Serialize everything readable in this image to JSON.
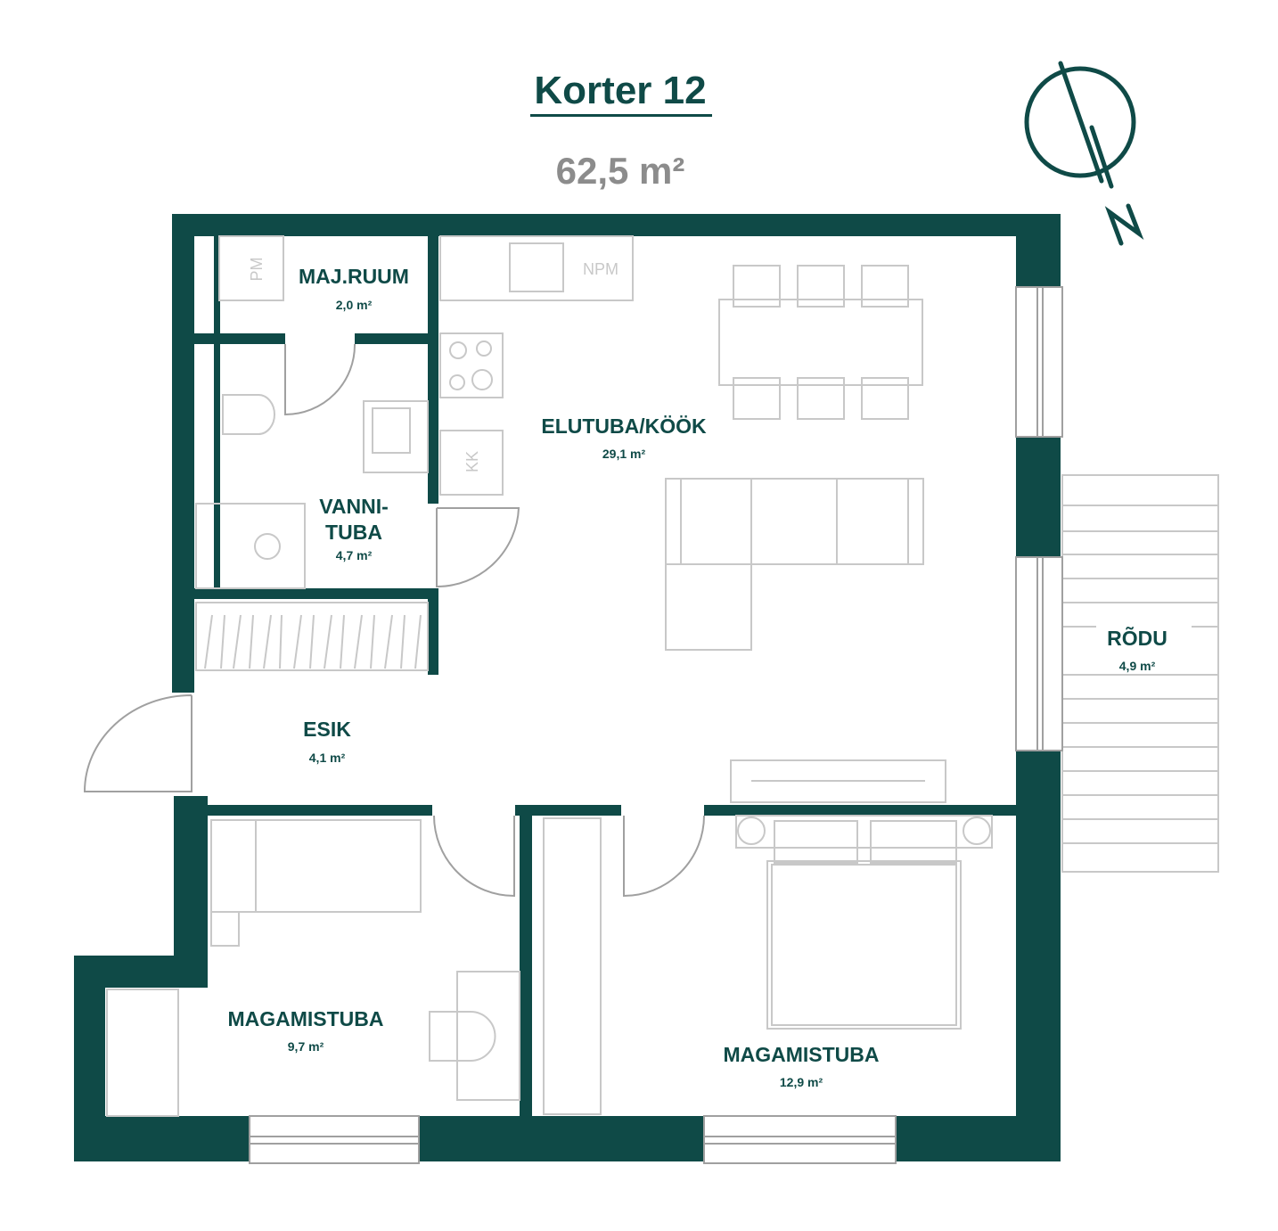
{
  "header": {
    "title": "Korter 12",
    "total_area": "62,5 m²"
  },
  "compass": {
    "label": "N"
  },
  "colors": {
    "wall": "#0f4a47",
    "furniture": "#c8c8c8",
    "area_text": "#8c8c8c"
  },
  "rooms": [
    {
      "name": "MAJ.RUUM",
      "area": "2,0 m²"
    },
    {
      "name_line1": "VANNI-",
      "name_line2": "TUBA",
      "area": "4,7 m²"
    },
    {
      "name": "ELUTUBA/KÖÖK",
      "area": "29,1 m²"
    },
    {
      "name": "ESIK",
      "area": "4,1 m²"
    },
    {
      "name": "MAGAMISTUBA",
      "area": "9,7 m²"
    },
    {
      "name": "MAGAMISTUBA",
      "area": "12,9 m²"
    },
    {
      "name": "RÕDU",
      "area": "4,9 m²"
    }
  ],
  "fixtures": {
    "pm": "PM",
    "npm": "NPM",
    "kk": "KK"
  }
}
